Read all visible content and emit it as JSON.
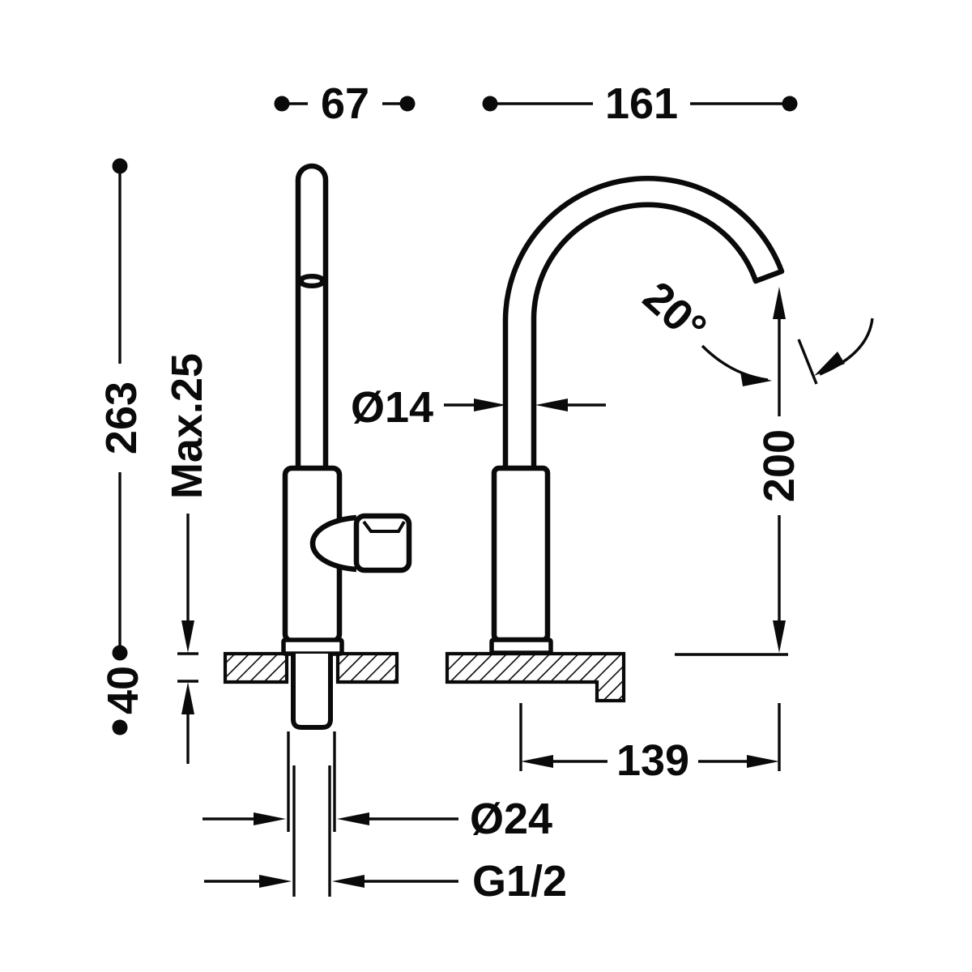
{
  "drawing": {
    "background": "#ffffff",
    "ink": "#0a0a0a",
    "dimensions": {
      "depth": "67",
      "overall_width": "161",
      "height_above_deck": "263",
      "max_deck_thickness": "Max.25",
      "shank_length": "40",
      "spout_tube_diameter": "Ø14",
      "spout_tilt_angle": "20°",
      "spout_outlet_height": "200",
      "spout_reach": "139",
      "base_diameter": "Ø24",
      "inlet_thread": "G1/2"
    }
  }
}
